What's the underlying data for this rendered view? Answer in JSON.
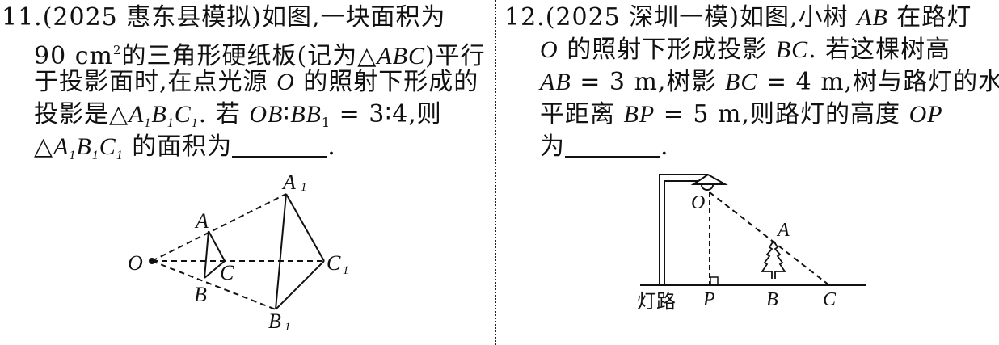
{
  "problem11": {
    "number": "11.",
    "source": "(2025 惠东县模拟)",
    "lines": [
      "如图,一块面积为",
      "90 cm",
      "2",
      "的三角形硬纸板(记为△",
      "ABC",
      ")平行",
      "于投影面时,在点光源 ",
      "O",
      " 的照射下形成的",
      "投影是△",
      "若 ",
      "OB",
      "∶",
      "BB",
      " = 3∶4,则",
      "的面积为",
      "."
    ],
    "figure_labels": {
      "O": "O",
      "A": "A",
      "B": "B",
      "C": "C",
      "A1": "A",
      "B1": "B",
      "C1": "C",
      "sub": "1"
    }
  },
  "problem12": {
    "number": "12.",
    "source": "(2025 深圳一模)",
    "lines": [
      "如图,小树 ",
      "AB",
      " 在路灯",
      "O",
      " 的照射下形成投影 ",
      "BC",
      ". 若这棵树高",
      "AB",
      " = 3 m,树影 ",
      "BC",
      " = 4 m,树与路灯的水",
      "平距离 ",
      "BP",
      " = 5 m,则路灯的高度 ",
      "OP",
      "为",
      "."
    ],
    "figure_labels": {
      "O": "O",
      "A": "A",
      "P": "P",
      "B": "B",
      "C": "C",
      "road_lamp": "灯路"
    }
  }
}
